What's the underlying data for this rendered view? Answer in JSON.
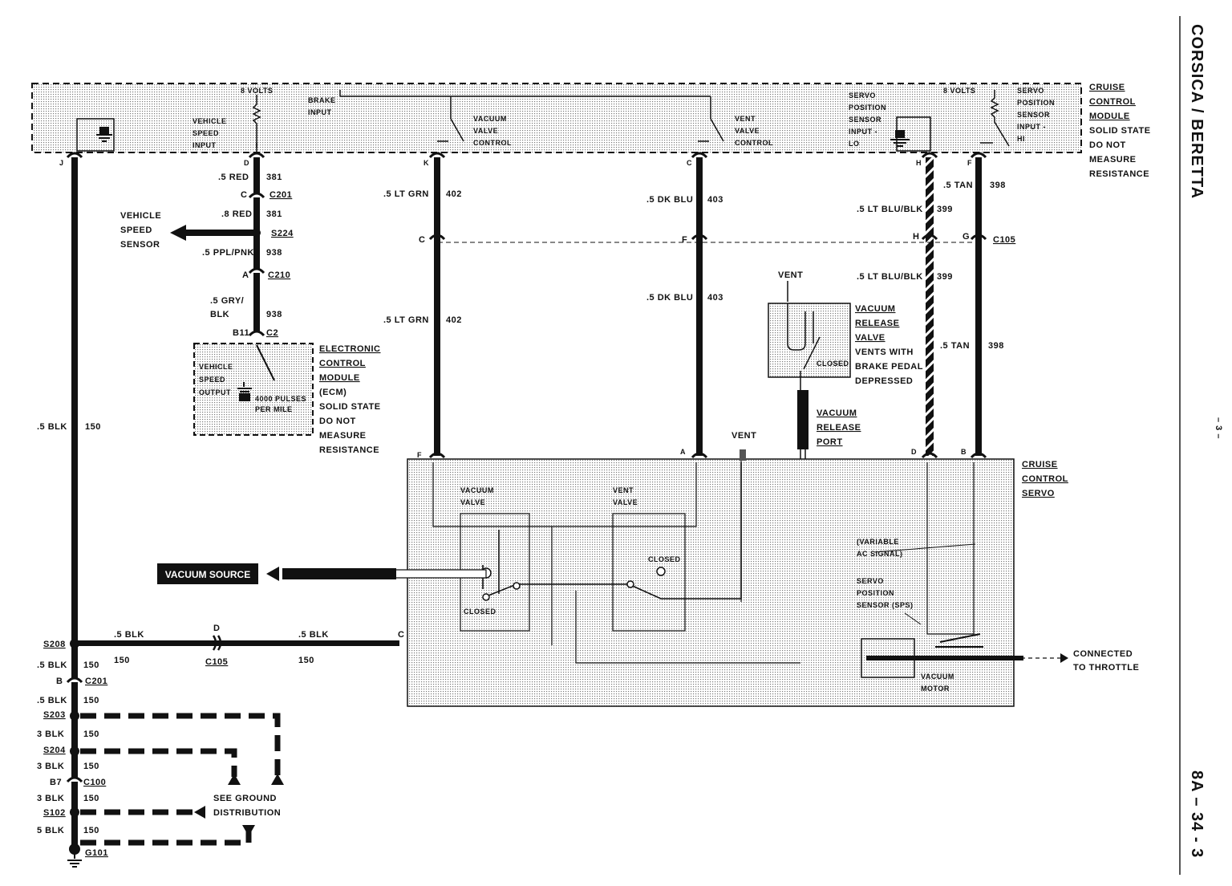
{
  "side": {
    "title": "CORSICA / BERETTA",
    "page_mid": "– 3 –",
    "page_code": "8A – 34 - 3"
  },
  "module": {
    "title_lines": [
      "CRUISE",
      "CONTROL",
      "MODULE"
    ],
    "note_lines": [
      "SOLID STATE",
      "DO NOT",
      "MEASURE",
      "RESISTANCE"
    ],
    "volts_left": "8 VOLTS",
    "volts_right": "8 VOLTS",
    "vss_lines": [
      "VEHICLE",
      "SPEED",
      "INPUT"
    ],
    "brake_lines": [
      "BRAKE",
      "INPUT"
    ],
    "vacuum_lines": [
      "VACUUM",
      "VALVE",
      "CONTROL"
    ],
    "vent_lines": [
      "VENT",
      "VALVE",
      "CONTROL"
    ],
    "sps_lo_lines": [
      "SERVO",
      "POSITION",
      "SENSOR",
      "INPUT -",
      "LO"
    ],
    "sps_hi_lines": [
      "SERVO",
      "POSITION",
      "SENSOR",
      "INPUT -",
      "HI"
    ]
  },
  "pins": {
    "J": "J",
    "D": "D",
    "K": "K",
    "C": "C",
    "H": "H",
    "F": "F"
  },
  "wires": {
    "red_381_a": ".5 RED",
    "w381": "381",
    "red_381_b": ".8 RED",
    "ppl_pnk": ".5 PPL/PNK",
    "w938": "938",
    "gry_blk_1": ".5 GRY/",
    "gry_blk_2": "BLK",
    "lt_grn": ".5 LT GRN",
    "w402": "402",
    "dk_blu": ".5 DK BLU",
    "w403": "403",
    "lt_blu_blk": ".5 LT BLU/BLK",
    "w399": "399",
    "tan": ".5 TAN",
    "w398": "398",
    "blk_150": ".5 BLK",
    "w150": "150",
    "blk3": "3 BLK",
    "blk5": "5 BLK"
  },
  "connectors": {
    "C201": "C201",
    "S224": "S224",
    "C210": "C210",
    "C2": "C2",
    "B11": "B11",
    "A": "A",
    "C": "C",
    "F": "F",
    "H": "H",
    "G": "G",
    "C105": "C105",
    "S208": "S208",
    "B": "B",
    "S203": "S203",
    "S204": "S204",
    "B7": "B7",
    "C100": "C100",
    "S102": "S102",
    "G101": "G101",
    "D": "D"
  },
  "vss": {
    "lines": [
      "VEHICLE",
      "SPEED",
      "SENSOR"
    ]
  },
  "ecm": {
    "title_lines": [
      "ELECTRONIC",
      "CONTROL",
      "MODULE",
      "(ECM)"
    ],
    "note_lines": [
      "SOLID STATE",
      "DO NOT",
      "MEASURE",
      "RESISTANCE"
    ],
    "out_lines": [
      "VEHICLE",
      "SPEED",
      "OUTPUT"
    ],
    "pulses_lines": [
      "4000 PULSES",
      "PER MILE"
    ]
  },
  "vent_top": "VENT",
  "vrv": {
    "title_lines": [
      "VACUUM",
      "RELEASE",
      "VALVE"
    ],
    "note_lines": [
      "VENTS WITH",
      "BRAKE PEDAL",
      "DEPRESSED"
    ],
    "closed": "CLOSED",
    "port_lines": [
      "VACUUM",
      "RELEASE",
      "PORT"
    ]
  },
  "servo": {
    "title_lines": [
      "CRUISE",
      "CONTROL",
      "SERVO"
    ],
    "vent": "VENT",
    "vacuum_valve_lines": [
      "VACUUM",
      "VALVE"
    ],
    "vent_valve_lines": [
      "VENT",
      "VALVE"
    ],
    "closed": "CLOSED",
    "variable_lines": [
      "(VARIABLE",
      "AC SIGNAL)"
    ],
    "sps_lines": [
      "SERVO",
      "POSITION",
      "SENSOR (SPS)"
    ],
    "motor_lines": [
      "VACUUM",
      "MOTOR"
    ],
    "pin_F": "F",
    "pin_A": "A",
    "pin_D": "D",
    "pin_B": "B",
    "pin_C": "C"
  },
  "vacuum_source": "VACUUM SOURCE",
  "throttle_lines": [
    "CONNECTED",
    "TO THROTTLE"
  ],
  "ground_lines": [
    "SEE GROUND",
    "DISTRIBUTION"
  ]
}
